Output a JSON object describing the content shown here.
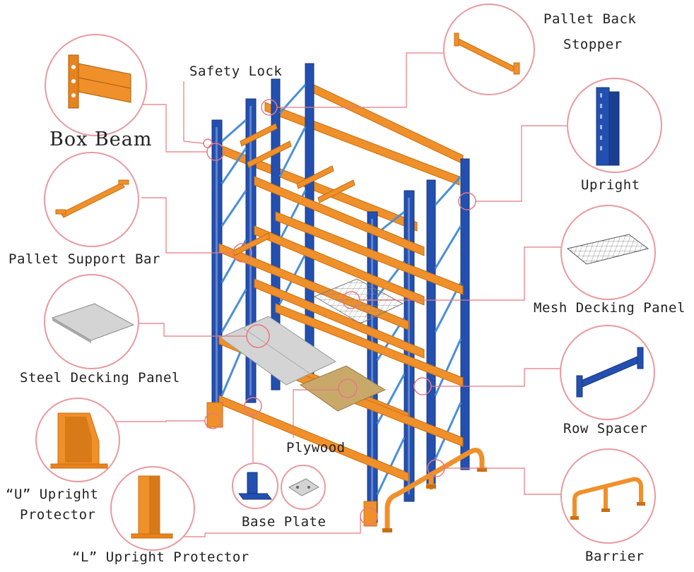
{
  "labels": {
    "safety_lock": "Safety Lock",
    "pallet_back_stopper_line1": "Pallet Back",
    "pallet_back_stopper_line2": "Stopper",
    "box_beam": "Box Beam",
    "upright": "Upright",
    "pallet_support_bar": "Pallet Support Bar",
    "mesh_decking_panel": "Mesh Decking Panel",
    "steel_decking_panel": "Steel Decking Panel",
    "row_spacer": "Row Spacer",
    "plywood": "Plywood",
    "u_upright_protector_line1": "“U” Upright",
    "u_upright_protector_line2": "Protector",
    "base_plate": "Base Plate",
    "l_upright_protector": "“L” Upright Protector",
    "barrier": "Barrier"
  },
  "colors": {
    "upright_blue": "#2350b0",
    "beam_orange": "#f0902a",
    "callout_pink": "#e89aa0",
    "leader_line": "#e87880",
    "steel_gray": "#cfcfcf",
    "plywood_tan": "#c8a96a"
  }
}
